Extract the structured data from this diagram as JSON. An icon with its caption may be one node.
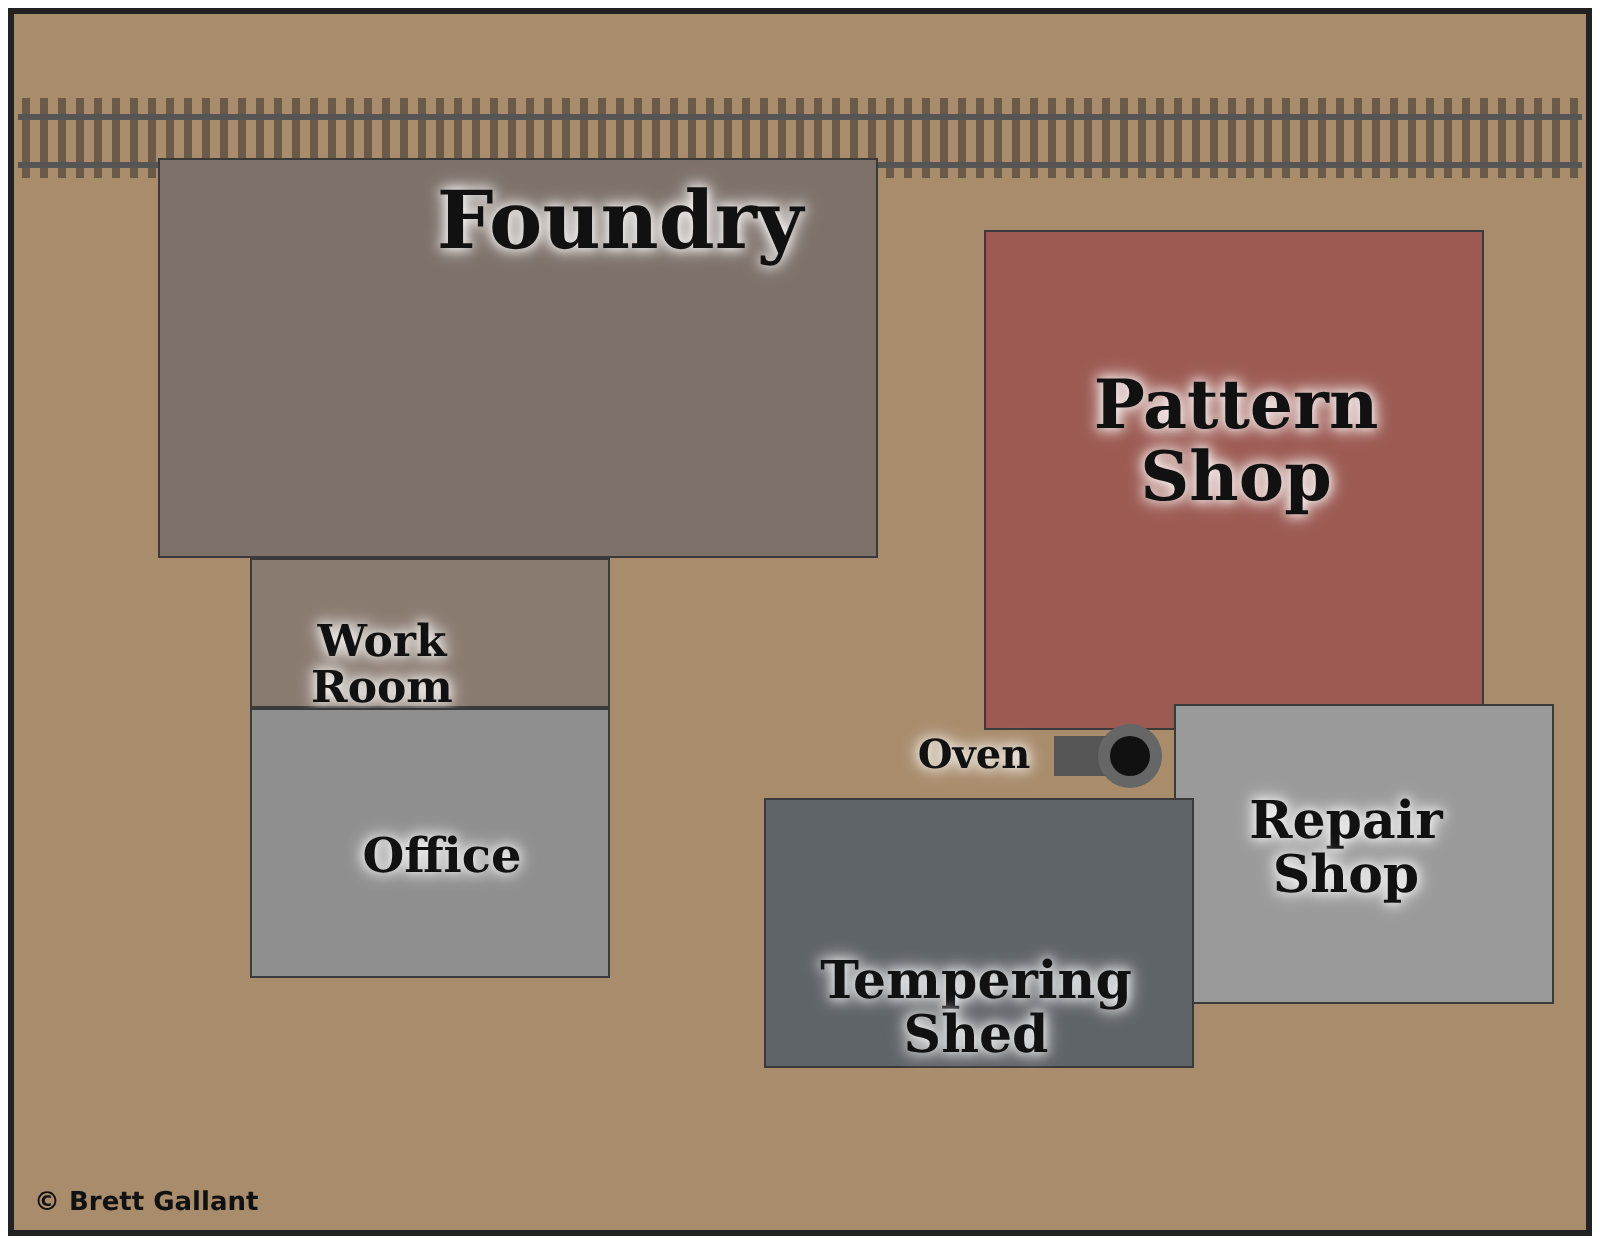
{
  "diagram": {
    "nodes": [
      {
        "text": [
          "Foundry"
        ]
      },
      {
        "text": [
          "Pattern Shop"
        ]
      },
      {
        "text": [
          "Work Room"
        ]
      },
      {
        "text": [
          "Office"
        ]
      },
      {
        "text": [
          "Oven"
        ]
      },
      {
        "text": [
          "Repair Shop"
        ]
      },
      {
        "text": [
          "Tempering Shed"
        ]
      }
    ],
    "labels": [
      "© Brett Gallant"
    ]
  }
}
